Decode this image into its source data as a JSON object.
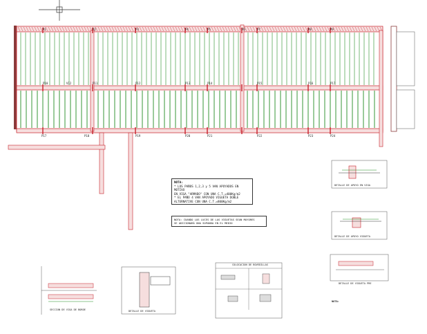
{
  "beam_labels_top": [
    "P1",
    "P2",
    "P3",
    "P4",
    "P5",
    "P6",
    "P7",
    "P8",
    "P9"
  ],
  "beam_labels_mid": [
    "P10",
    "V12",
    "P11",
    "P12",
    "P13",
    "P14",
    "P15",
    "P16",
    "P17"
  ],
  "beam_labels_bottom": [
    "P17",
    "P18",
    "P19",
    "P20",
    "P21",
    "P22",
    "P23",
    "P24"
  ],
  "notes": {
    "heading": "NOTA:",
    "line1": "* LOS PAÑOS 1,2,3 y 5 VAN APOYADOS EN MOTIVO",
    "line2": "EN VIGA \"ARMADO\" CON UNA C.T.=400Kg/m2",
    "line3": "* EL PAÑO 4 VAN APOYADO VIGUETA DOBLE",
    "line4": "ALTERNATIVE CON UNA C.T.=800Kg/m2"
  },
  "warning": {
    "line1": "NOTA: CUANDO LOS LUCES DE LAS VIGUETAS SEAN MAYORES",
    "line2": "SE ADICIONARÁ UNA SOPANDA EN EL MEDIO"
  },
  "detail_titles": {
    "d1": "DETALLE DE APOYO EN VIGA",
    "d2": "DETALLE DE APOYO VIGUETA",
    "d3": "DETALLE DE VIGUETA",
    "d4": "SECCION DE VIGA DE BORDE",
    "d5": "COLOCACION DE BOVEDILLAS",
    "d6": "DETALLE DE VIGUETA PRE",
    "d7": "NOTA:"
  },
  "colors": {
    "green": "#1f8a1f",
    "red": "#c8202a",
    "beam_fill": "#f6dede",
    "wall": "#8a3b3b"
  }
}
